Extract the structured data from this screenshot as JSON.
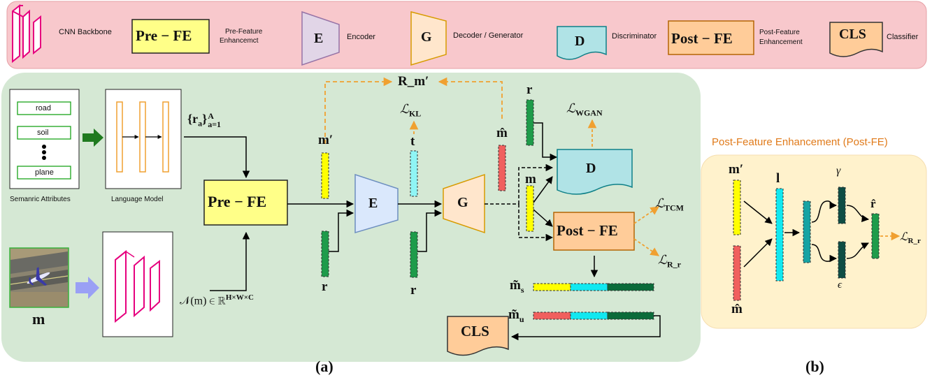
{
  "legend": {
    "cnn": "CNN Backbone",
    "prefe_box": "Pre − FE",
    "prefe_desc_1": "Pre-Feature",
    "prefe_desc_2": "Enhancemct",
    "enc_box": "E",
    "enc_desc": "Encoder",
    "gen_box": "G",
    "gen_desc": "Decoder / Generator",
    "disc_box": "D",
    "disc_desc": "Discriminator",
    "postfe_box": "Post − FE",
    "postfe_desc_1": "Post-Feature",
    "postfe_desc_2": "Enhancement",
    "cls_box": "CLS",
    "cls_desc": "Classifier"
  },
  "panel_a": {
    "attributes": [
      "road",
      "soil",
      "plane"
    ],
    "attributes_caption": "Semanric Attributes",
    "language_model_caption": "Language Model",
    "r_set": "{r",
    "r_set_sub": "a",
    "r_set_close": "}",
    "r_set_sup": "A",
    "r_set_sub2": "a=1",
    "image_label": "m",
    "backbone_out": "𝒩(m) ∈ ℝ",
    "backbone_out_sup": "H×W×C",
    "prefe": "Pre − FE",
    "m_prime": "m′",
    "r_left": "r",
    "encoder": "E",
    "t": "t",
    "L_kl": "ℒ",
    "L_kl_sub": "KL",
    "r_mid": "r",
    "R_m": "R_m′",
    "generator": "G",
    "m_hat": "m̂",
    "r_top": "r",
    "m_mid": "m",
    "L_wgan": "ℒ",
    "L_wgan_sub": "WGAN",
    "disc": "D",
    "postfe": "Post − FE",
    "L_tcm": "ℒ",
    "L_tcm_sub": "TCM",
    "L_rr": "ℒ",
    "L_rr_sub": "R_r",
    "m_s": "m̃",
    "m_s_sub": "s",
    "m_u": "m̃",
    "m_u_sub": "u",
    "cls": "CLS",
    "caption": "(a)"
  },
  "panel_b": {
    "title": "Post-Feature Enhancement (Post-FE)",
    "m_prime": "m′",
    "m_hat": "m̂",
    "l": "l",
    "gamma": "γ",
    "epsilon": "ϵ",
    "r_hat": "r̂",
    "L_rr": "ℒ",
    "L_rr_sub": "R_r",
    "caption": "(b)"
  },
  "colors": {
    "legend_bg": "#f8c8cc",
    "panel_a_bg": "#d5e8d4",
    "panel_b_bg": "#fff2cc",
    "prefe_fill": "#ffff88",
    "encoder_fill": "#dae8fc",
    "encoder_stroke": "#6c8ebf",
    "generator_fill": "#ffe6cc",
    "generator_stroke": "#d79b00",
    "disc_fill": "#b0e3e6",
    "postfe_fill": "#ffcc99",
    "cnn_stroke": "#e6007e",
    "orange_arrow": "#f0a030",
    "green_bar": "#1e9b4a",
    "dark_green_bar": "#0b6b3a",
    "yellow_bar": "#ffff00",
    "cyan_bar": "#8ff5f5",
    "red_bar": "#f0605e",
    "teal_bar": "#17a3a3",
    "dark_teal_bar": "#0e4d44"
  }
}
